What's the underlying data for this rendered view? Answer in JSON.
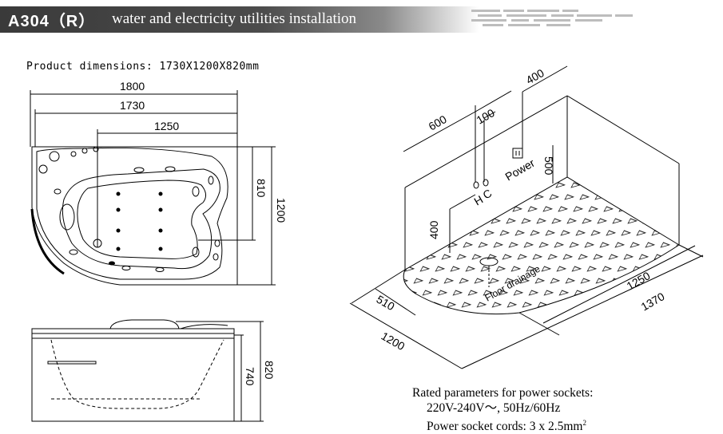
{
  "header": {
    "model_code": "A304（R）",
    "title": "water and electricity utilities installation"
  },
  "product": {
    "dimensions_text": "Product dimensions: 1730X1200X820mm"
  },
  "top_view": {
    "dims": {
      "overall_width": "1800",
      "tub_width": "1730",
      "inner_width": "1250",
      "inner_depth": "810",
      "overall_depth": "1200"
    }
  },
  "side_view": {
    "dims": {
      "height_total": "820",
      "height_body": "740"
    }
  },
  "iso_view": {
    "dims": {
      "socket_height": "400",
      "hot_offset": "600",
      "cold_offset": "100",
      "power_height": "500",
      "pipe_height": "400",
      "drain_offset": "510",
      "depth": "1200",
      "inner_length": "1250",
      "overall_length": "1370"
    },
    "labels": {
      "hot": "H",
      "cold": "C",
      "power": "Power",
      "drain": "Floor drainage"
    }
  },
  "specs": {
    "heading": "Rated parameters for power sockets:",
    "voltage": "220V-240V～, 50Hz/60Hz",
    "cords_prefix": "Power socket cords: 3 x 2.5mm",
    "cords_sup": "2"
  }
}
